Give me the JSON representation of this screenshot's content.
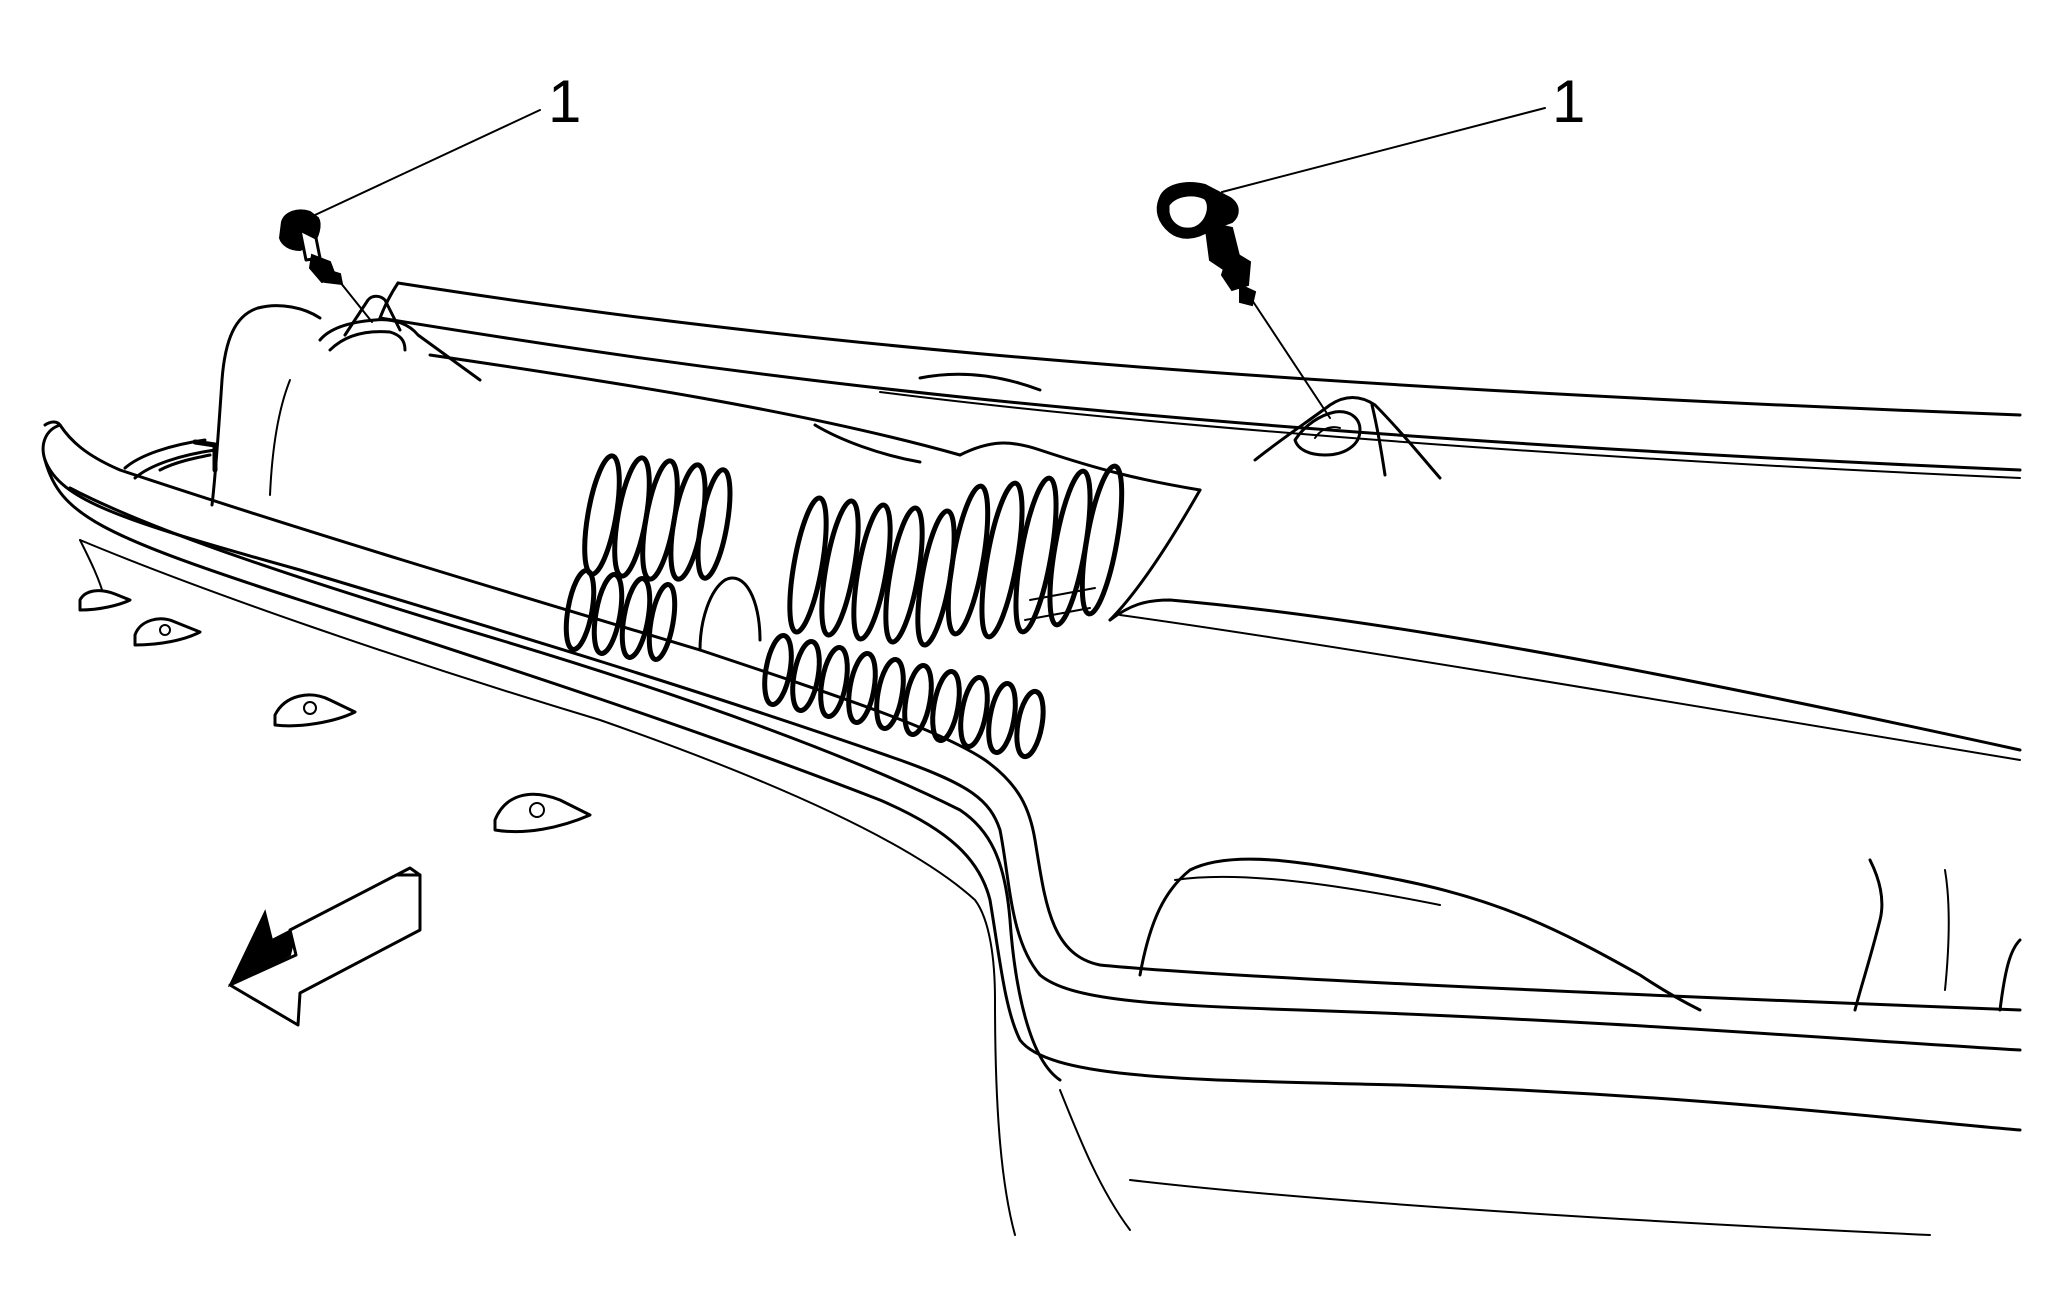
{
  "callouts": [
    {
      "id": "callout-1a",
      "label": "1",
      "part": "fastener"
    },
    {
      "id": "callout-1b",
      "label": "1",
      "part": "fastener"
    }
  ],
  "direction_arrow": {
    "icon": "front-direction-arrow-icon"
  },
  "colors": {
    "line": "#000000",
    "background": "#ffffff"
  }
}
